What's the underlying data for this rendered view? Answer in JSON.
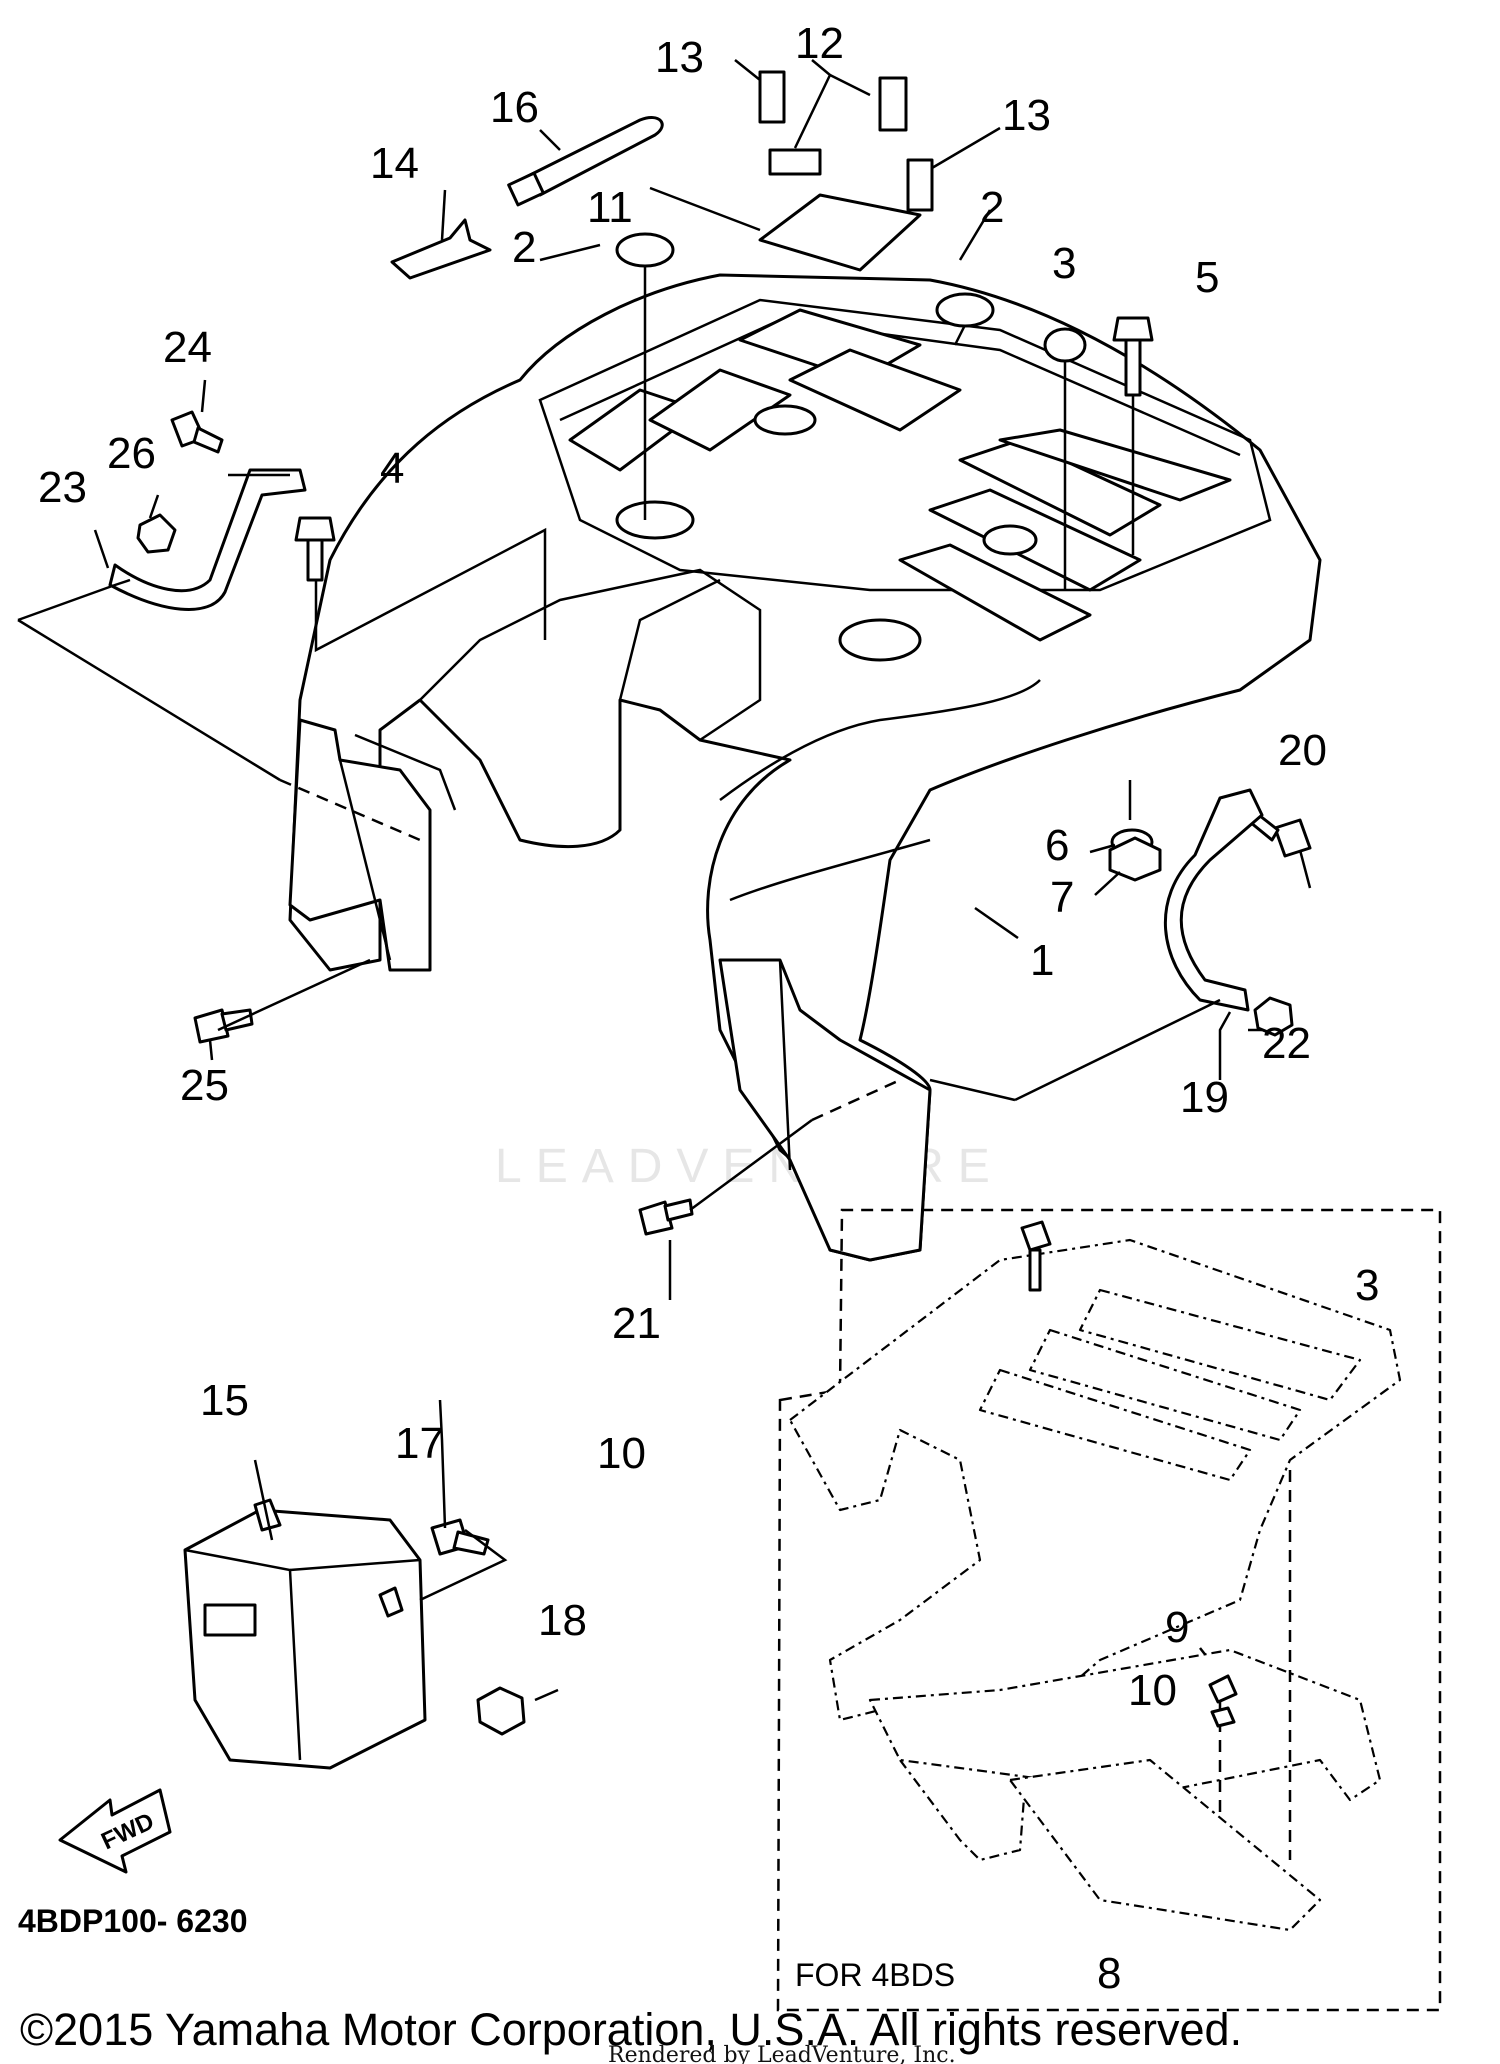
{
  "diagram_code": "4BDP100- 6230",
  "inset_label": "FOR 4BDS",
  "watermark": "LEADVENTURE",
  "copyright": "©2015 Yamaha Motor Corporation, U.S.A. All rights reserved.",
  "rendered_by": "Rendered by LeadVenture, Inc.",
  "fwd_arrow": "FWD",
  "callouts": [
    "1",
    "2",
    "2",
    "3",
    "3",
    "4",
    "5",
    "6",
    "7",
    "8",
    "9",
    "10",
    "10",
    "11",
    "12",
    "13",
    "13",
    "14",
    "15",
    "16",
    "17",
    "18",
    "19",
    "20",
    "21",
    "22",
    "23",
    "24",
    "25",
    "26"
  ]
}
